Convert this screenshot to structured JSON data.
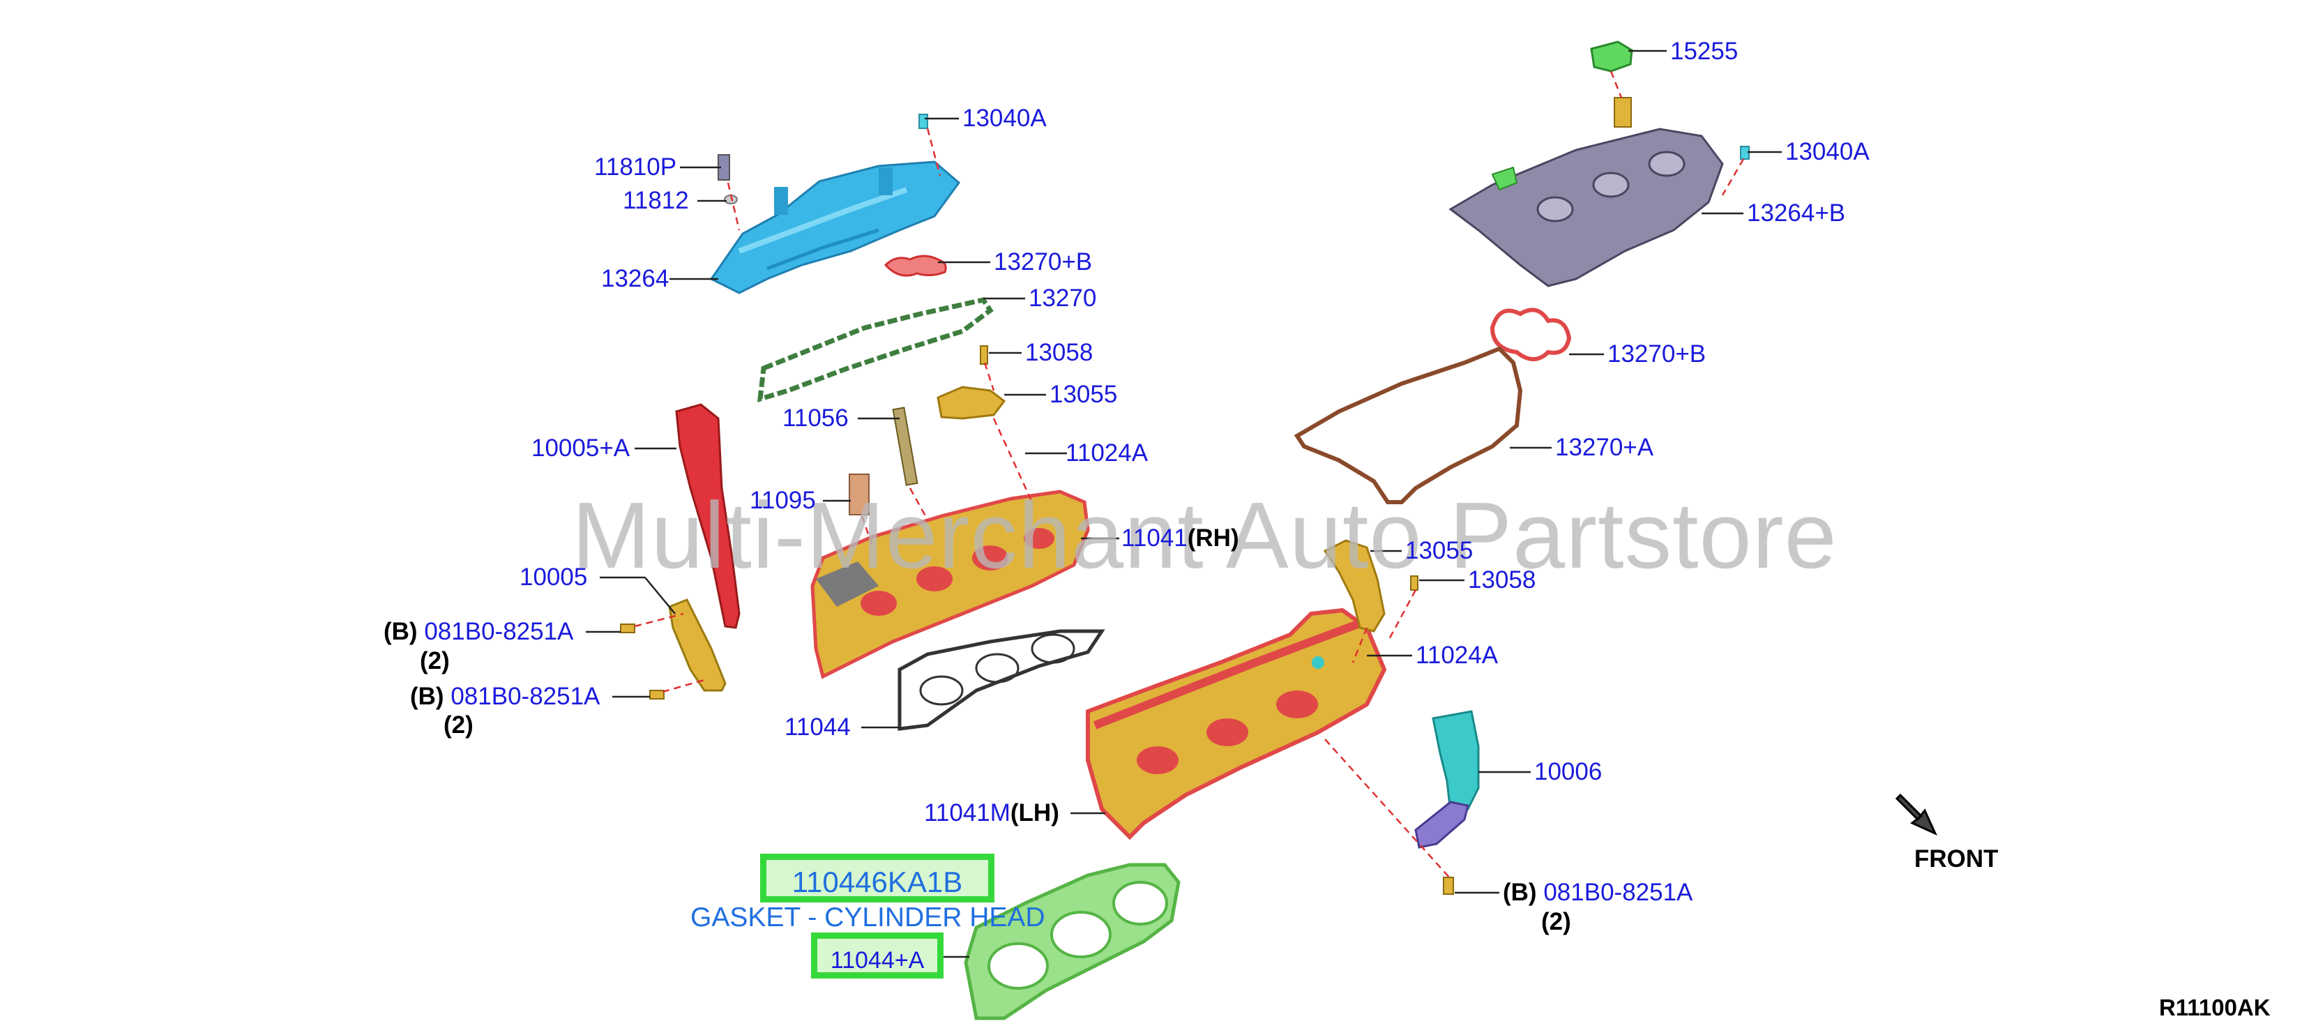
{
  "watermark": "Multi-Merchant Auto Partstore",
  "diagram_code": "R11100AK",
  "front_label": "FRONT",
  "highlight": {
    "part_number": "110446KA1B",
    "description": "GASKET - CYLINDER HEAD",
    "callout": "11044+A"
  },
  "labels": {
    "p15255": "15255",
    "p13040A_r": "13040A",
    "p13264B": "13264+B",
    "p13270B_r": "13270+B",
    "p13270A": "13270+A",
    "p13055_r": "13055",
    "p13058_r": "13058",
    "p11024A_r": "11024A",
    "p10006": "10006",
    "p081B0_r": "081B0-8251A",
    "qty_r": "(2)",
    "p13040A_l": "13040A",
    "p11810P": "11810P",
    "p11812": "11812",
    "p13264": "13264",
    "p13270B_l": "13270+B",
    "p13270": "13270",
    "p13058_l": "13058",
    "p13055_l": "13055",
    "p11056": "11056",
    "p11024A_l": "11024A",
    "p10005A": "10005+A",
    "p11095": "11095",
    "p11041": "11041",
    "rh": "(RH)",
    "p10005": "10005",
    "p081B0_1": "081B0-8251A",
    "qty_1": "(2)",
    "p081B0_2": "081B0-8251A",
    "qty_2": "(2)",
    "p11044": "11044",
    "p11041M": "11041M",
    "lh": "(LH)",
    "b_marker": "(B)"
  },
  "colors": {
    "callout_text": "#1a1adc",
    "leader_line": "#222222",
    "dashed_line": "#e03030",
    "highlight_border": "#35d83a",
    "highlight_text": "#1f6fe0",
    "cover_lh": "#3ab7e6",
    "cover_rh": "#8f8aa8",
    "head_body": "#e0b43a",
    "head_edge": "#e04848",
    "gasket_stroke": "#c84a30",
    "gasket_green": "#9be08a",
    "cam_chain_guide": "#e0333b",
    "bracket_cyan": "#3cc9c9",
    "oil_cap": "#5fd85f"
  }
}
